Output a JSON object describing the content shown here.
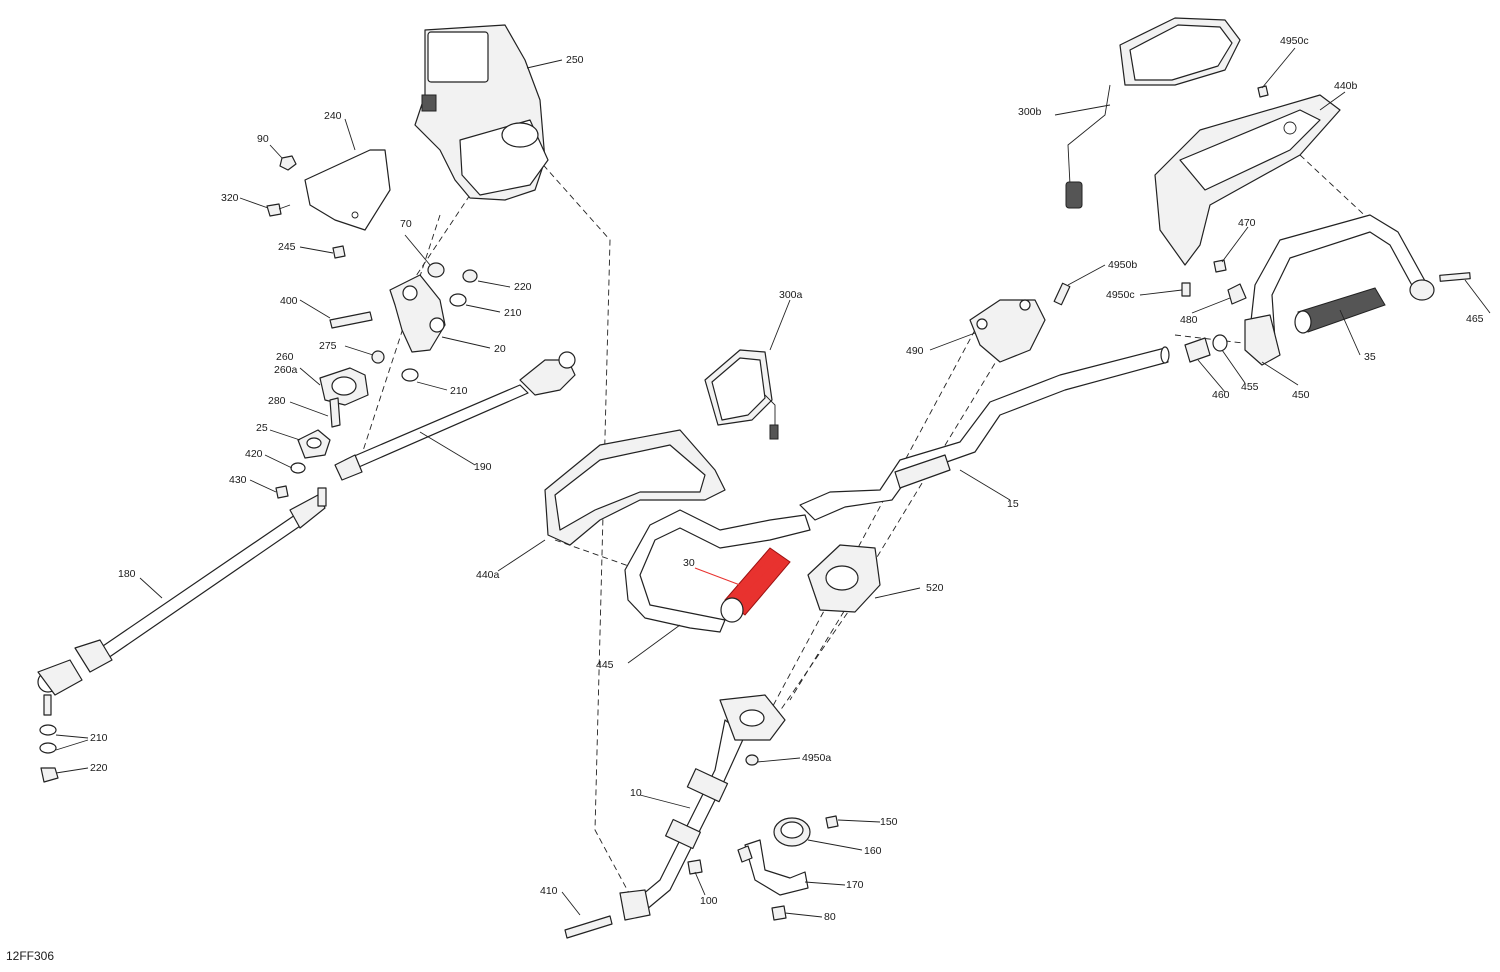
{
  "diagram_code": "12FF306",
  "highlight_color": "#e8322f",
  "callouts": {
    "c250": "250",
    "c240": "240",
    "c90": "90",
    "c320": "320",
    "c245": "245",
    "c70": "70",
    "c220a": "220",
    "c210a": "210",
    "c400": "400",
    "c20": "20",
    "c275": "275",
    "c260": "260",
    "c260a": "260a",
    "c210b": "210",
    "c280": "280",
    "c25": "25",
    "c420": "420",
    "c430": "430",
    "c190": "190",
    "c180": "180",
    "c210c": "210",
    "c220b": "220",
    "c300a": "300a",
    "c300b": "300b",
    "c4950c_top": "4950c",
    "c440b": "440b",
    "c470": "470",
    "c4950b": "4950b",
    "c4950c": "4950c",
    "c480": "480",
    "c465": "465",
    "c490": "490",
    "c35": "35",
    "c460": "460",
    "c455": "455",
    "c450": "450",
    "c15": "15",
    "c440a": "440a",
    "c30": "30",
    "c520": "520",
    "c445": "445",
    "c4950a": "4950a",
    "c10": "10",
    "c150": "150",
    "c160": "160",
    "c170": "170",
    "c410": "410",
    "c100": "100",
    "c80": "80"
  }
}
